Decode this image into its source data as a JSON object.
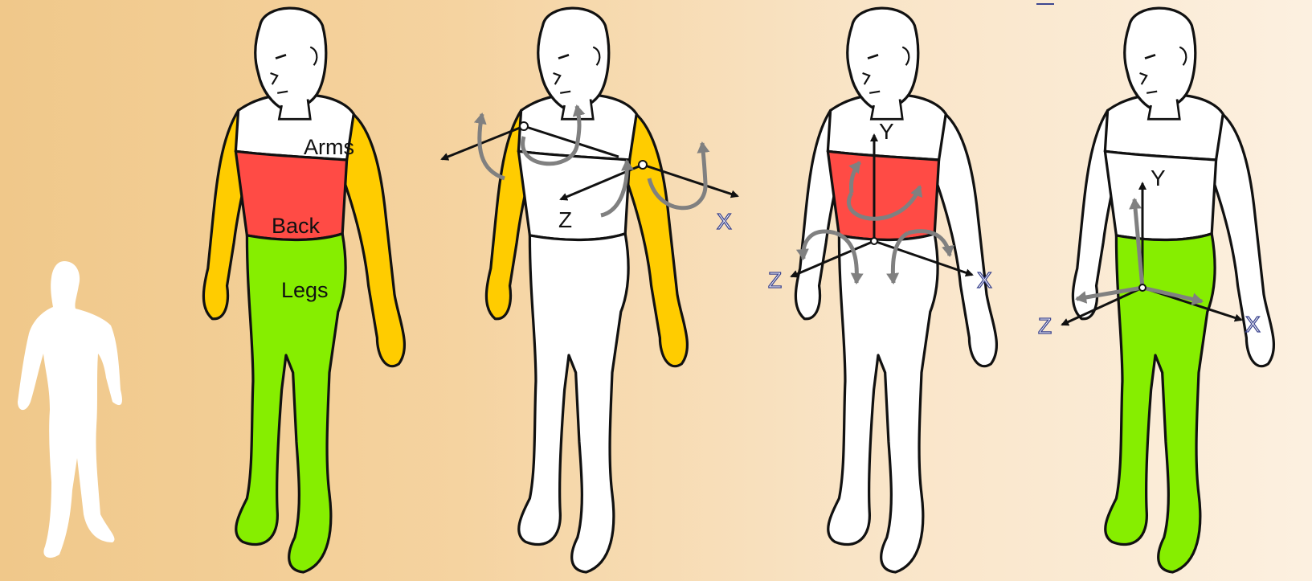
{
  "colors": {
    "arms": "#ffcc00",
    "back": "#ff4b45",
    "legs": "#86ee00",
    "body": "#ffffff",
    "outline": "#111111",
    "rotation_arrow": "#808080",
    "silhouette": "#ffffff",
    "axis_label_outline": "#3d4690"
  },
  "figure1": {
    "label_arms": "Arms",
    "label_back": "Back",
    "label_legs": "Legs"
  },
  "figure2": {
    "label_z": "Z",
    "label_x": "X"
  },
  "figure3": {
    "label_y": "Y",
    "label_z": "Z",
    "label_x": "X"
  },
  "figure4": {
    "label_y": "Y",
    "label_z": "Z",
    "label_x": "X"
  }
}
